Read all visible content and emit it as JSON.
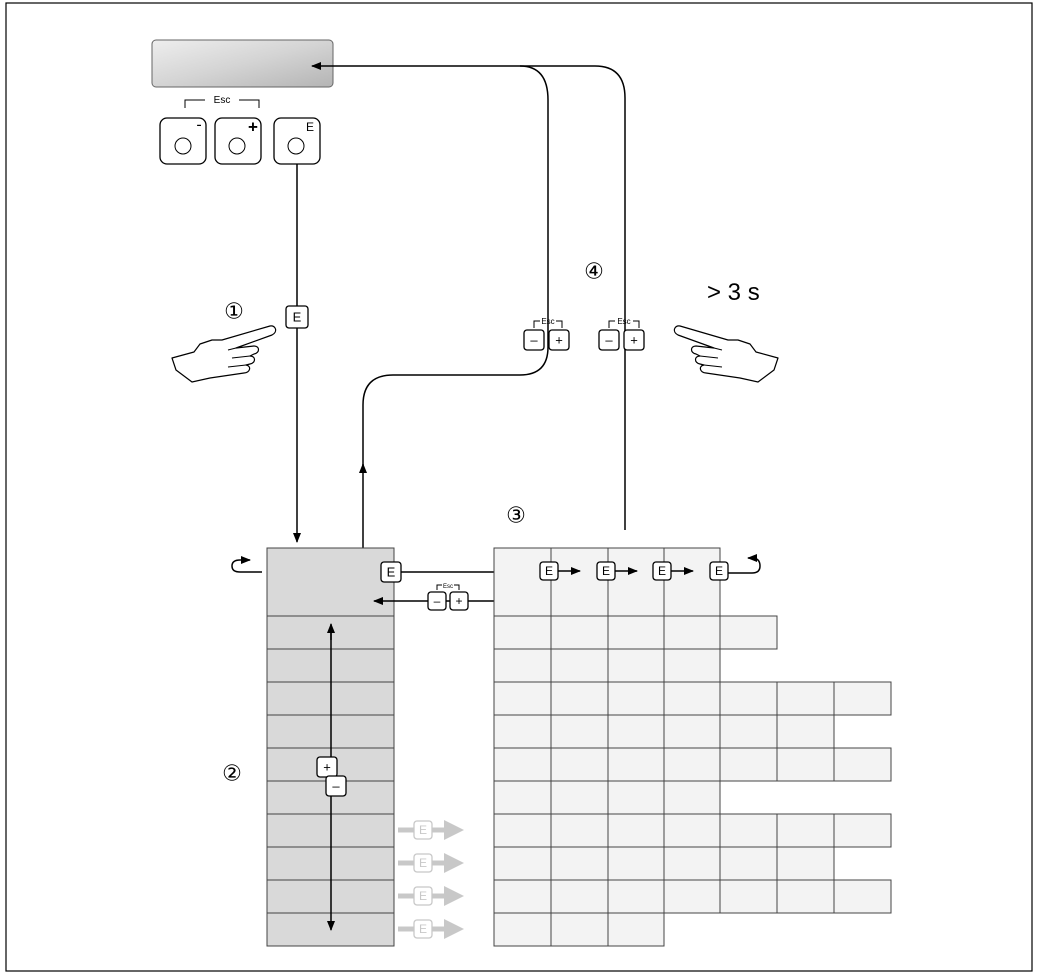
{
  "labels": {
    "step1": "①",
    "step2": "②",
    "step3": "③",
    "step4": "④",
    "hold_time": "> 3 s",
    "esc": "Esc"
  },
  "keys": {
    "minus": "-",
    "plus": "+",
    "enter": "E",
    "minus_small": "–",
    "plus_small": "+"
  },
  "colors": {
    "display_gradient_start": "#e6e6e6",
    "display_gradient_end": "#b8b8b8",
    "group_cell": "#d9d9d9",
    "function_cell": "#f3f3f3",
    "faded_arrow": "#c8c8c8"
  },
  "icons": {
    "pressing_hand": "pointing-hand-icon",
    "loop": "loop-arrow-icon"
  }
}
